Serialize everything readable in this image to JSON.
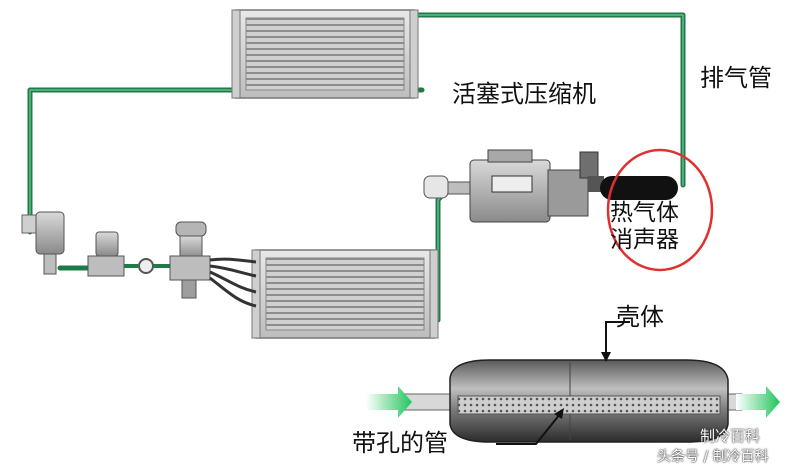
{
  "labels": {
    "compressor": "活塞式压缩机",
    "exhaust_pipe": "排气管",
    "muffler_line1": "热气体",
    "muffler_line2": "消声器",
    "shell": "壳体",
    "perforated_pipe": "带孔的管"
  },
  "watermark": {
    "line1": "制冷百科",
    "line2": "头条号 / 制冷百科"
  },
  "colors": {
    "pipe": "#1f7a45",
    "pipe_light": "#5fbf8a",
    "highlight_circle": "#e0302f",
    "flow_arrow": "#22c55e",
    "muffler_body": "#111111"
  }
}
